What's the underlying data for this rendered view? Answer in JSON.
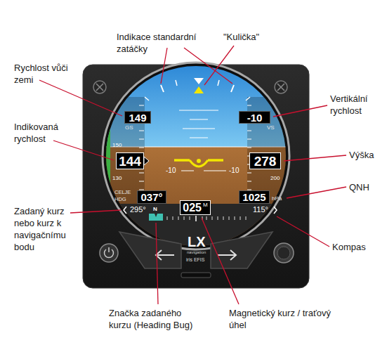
{
  "diagram": {
    "nodes": [
      {
        "text": [
          "149"
        ]
      },
      {
        "text": [
          "-10"
        ]
      },
      {
        "text": [
          "144"
        ]
      },
      {
        "text": [
          "278"
        ]
      },
      {
        "text": [
          "037°"
        ]
      },
      {
        "text": [
          "1025"
        ]
      },
      {
        "text": [
          "025",
          "M"
        ]
      }
    ],
    "labels": [
      "Indikace standardní zatáčky",
      "\"Kulička\"",
      "Rychlost vůči zemi",
      "Vertikální rychlost",
      "Indikovaná rychlost",
      "Výška",
      "QNH",
      "Zadaný kurz nebo kurz k navigačnímu bodu",
      "Kompas",
      "Značka zadaného kurzu (Heading Bug)",
      "Magnetický kurz / traťový úhel",
      "GS",
      "VS",
      "150",
      "130",
      "-10",
      "-10",
      "200",
      "CELJE",
      "HDG",
      "hPa",
      "295°",
      "N",
      "115°",
      "LX",
      "navigation",
      "iris EFIS"
    ]
  }
}
